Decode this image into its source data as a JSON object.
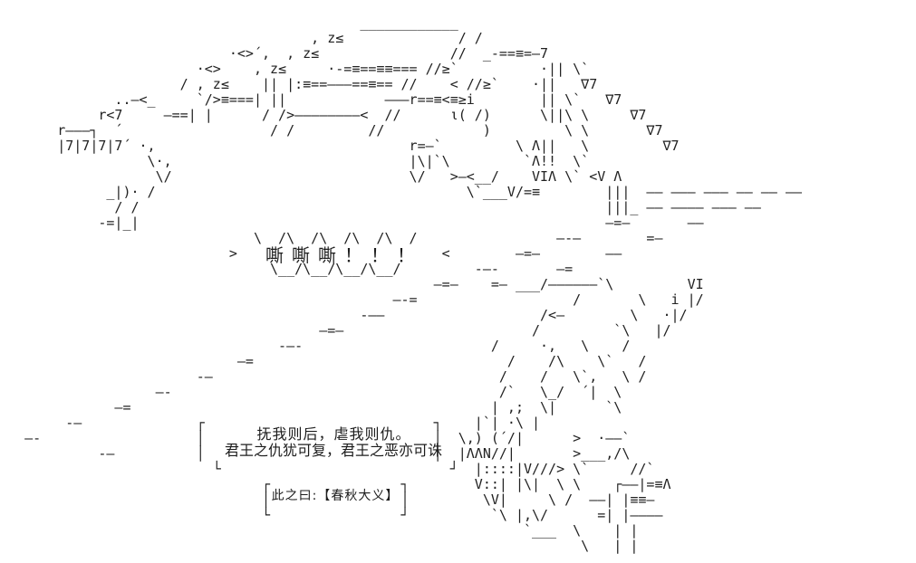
{
  "art": {
    "description_label": "ascii-serpent-artwork",
    "lines": [
      "",
      "                                            ____________",
      "                                      , z≤              / /",
      "                            ·<>´,  , z≤                //  _-==≡=—7",
      "                        ·<>    , z≤     ·-=≡==≡≡=== //≥`          ·|| \\`",
      "                      / , z≤    || |:≡==———==≡== //    < //≥`    ·||   ∇7",
      "              ..—<_     `/>≡===| ||            ———r==≡<≡≥i        || \\`   ∇7",
      "            r<7     —==| |      / />————————<  //      ι( /)      \\||\\ \\     ∇7",
      "       r———┐  ´                  / /         //            )         \\ \\       ∇7",
      "       |7|7|7|7´ ·,                               r=—`         \\ Λ||   \\         ∇7",
      "                  \\·,                             |\\|`\\         `Λ!!  \\`",
      "                   \\/                             \\/   >—<__/    VIΛ \\` <V Λ",
      "             _|)· /                                      \\`___V/=≡        |||  —— —–— ——— —— —— ——",
      "              / /                                                         |||_ —— –——— ——— ——",
      "            -=|_|                                                         —=–       ——",
      "                               \\  /\\  /\\  /\\  /\\  /                 —-—        =—",
      "                            >                         <        —=—        ——",
      "                                 \\__/\\__/\\__/\\__/         -—-       —=",
      "                                                     —=—    =— ___/——————`\\         VI",
      "                                                —-=                   /       \\   i |/",
      "                                            -——                   /<—        \\   ·|/",
      "                                       —=—                       /         `\\   |/",
      "                                  -—-                       /     ·,   \\    /",
      "                             —=                               /    /\\    \\`   /",
      "                        -—                                   /    /   \\`,   \\ /",
      "                   —-                                        /`   \\_/  ´|  \\",
      "              —=                                            | ,;  \\|      `\\",
      "        -—              ┌                            ┐    |`| ·\\ |",
      "   —-                   │                            │  \\,) (´/|      >  ·——`",
      "            -—          │                            │  |ΛΛN//|       >___,/\\",
      "                          └                            ┘  |::::|V///> \\`     //`",
      "                                ┌                ┐        V::| |\\|  \\ \\    ┌—–|=≡Λ",
      "                                │                │         \\V|     \\ /  ——| |≡≡—",
      "                                └                ┘          `\\ |,\\/      =| |————",
      "                                                                `___  \\    | |",
      "                                                                       \\   | |",
      ""
    ]
  },
  "speech_bubble": {
    "text": "嘶嘶嘶！！！",
    "left_mark": ">",
    "right_mark": "<"
  },
  "quote_box": {
    "line1": "抚我则后，虐我则仇。",
    "line2": "君王之仇犹可复，君王之恶亦可诛"
  },
  "caption_box": {
    "text": "此之曰:【春秋大义】"
  },
  "colors": {
    "background": "#ffffff",
    "ink": "#1c1c1c"
  }
}
